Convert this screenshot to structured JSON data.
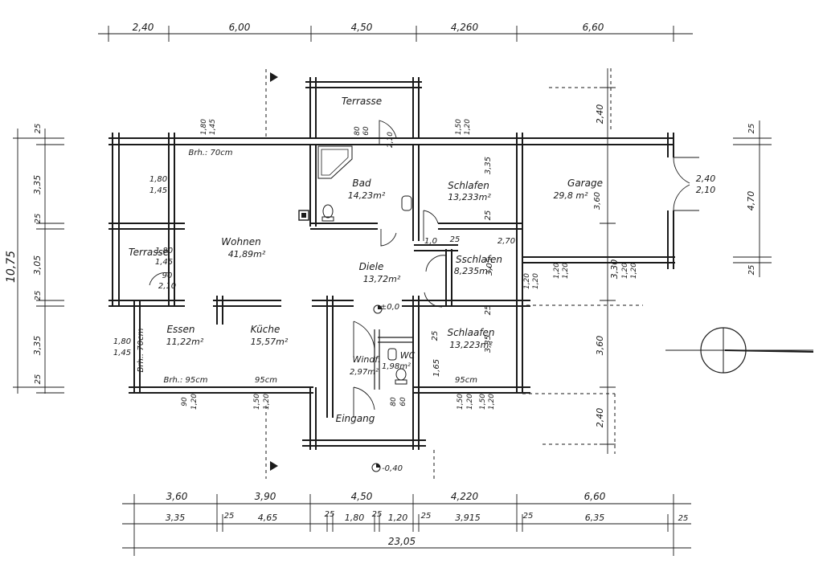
{
  "dimensions": {
    "top": [
      "2,40",
      "6,00",
      "4,50",
      "4,260",
      "6,60"
    ],
    "bottom_row1": [
      "3,60",
      "3,90",
      "4,50",
      "4,220",
      "6,60"
    ],
    "bottom_row2": [
      "3,35",
      "25",
      "4,65",
      "25",
      "1,80",
      "25",
      "1,20",
      "25",
      "3,915",
      "25",
      "6,35",
      "25"
    ],
    "bottom_total": "23,05",
    "left_total": "10,75",
    "left": [
      "25",
      "3,35",
      "25",
      "3,05",
      "25",
      "3,35",
      "25"
    ],
    "right_inner": [
      "2,40",
      "3,60",
      "3,30",
      "3,60",
      "2,40"
    ],
    "right_outer": [
      "25",
      "4,70",
      "25"
    ]
  },
  "rooms": [
    {
      "name": "Terrasse",
      "area": ""
    },
    {
      "name": "Bad",
      "area": "14,23m²"
    },
    {
      "name": "Schlafen",
      "area": "13,233m²"
    },
    {
      "name": "Garage",
      "area": "29,8 m²"
    },
    {
      "name": "Terrasse",
      "area": ""
    },
    {
      "name": "Wohnen",
      "area": "41,89m²"
    },
    {
      "name": "Diele",
      "area": "13,72m²"
    },
    {
      "name": "Sschlafen",
      "area": "8,235m²"
    },
    {
      "name": "Essen",
      "area": "11,22m²"
    },
    {
      "name": "Küche",
      "area": "15,57m²"
    },
    {
      "name": "Windf.",
      "area": "2,97m²"
    },
    {
      "name": "WC",
      "area": "1,98m²"
    },
    {
      "name": "Schlaafen",
      "area": "13,223m²"
    },
    {
      "name": "Eingang",
      "area": ""
    }
  ],
  "annotations": {
    "brh_top": "Brh.: 70cm",
    "brh_left": "Brh.: 70cm",
    "brh_bottom": "Brh.: 95cm",
    "sill_95a": "95cm",
    "sill_95b": "95cm",
    "elev_zero": "±0,0",
    "elev_entry": "-0,40",
    "win_180_145_a": [
      "1,80",
      "1,45"
    ],
    "win_180_145_b": [
      "1,80",
      "1,45"
    ],
    "win_180_145_c": [
      "1,80",
      "1,45"
    ],
    "win_180_145_d": [
      "1,80",
      "1,45"
    ],
    "win_150_120_a": [
      "1,50",
      "1,20"
    ],
    "win_150_120_b": [
      "1,50",
      "1,20"
    ],
    "win_150_120_c": [
      "1,50",
      "1,20"
    ],
    "win_150_120_d": [
      "1,50",
      "1,20"
    ],
    "win_120_120_a": [
      "1,20",
      "1,20"
    ],
    "win_120_120_b": [
      "1,20",
      "1,20"
    ],
    "win_120_120_c": [
      "1,20",
      "1,20"
    ],
    "win_90_120": [
      "90",
      "1,20"
    ],
    "door_80_60": [
      "80",
      "60"
    ],
    "door_80_60_wc": [
      "80",
      "60"
    ],
    "door_90_210": [
      "90",
      "2,10"
    ],
    "door_240_210": [
      "2,40",
      "2,10"
    ],
    "door_210_bad": "2,10",
    "schl_10": "1,0",
    "schl_25": "25",
    "schl_270": "2,70",
    "schl_335": "3,35",
    "schl_25b": "25",
    "sschl_305": "3,05",
    "sch3_335": "3,35",
    "sch3_25": "25",
    "sch3_25b": "25",
    "wc_165": "1,65",
    "garage_360": "3,60"
  }
}
